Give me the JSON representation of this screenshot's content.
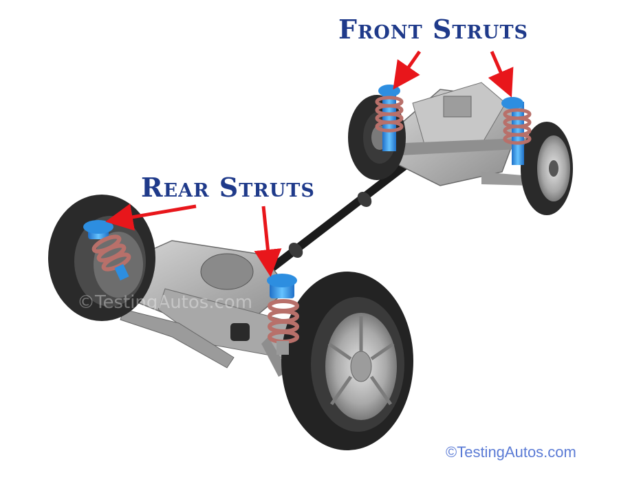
{
  "labels": {
    "front": "Front Struts",
    "rear": "Rear Struts"
  },
  "watermark": {
    "faint": "©TestingAutos.com",
    "corner": "©TestingAutos.com"
  },
  "colors": {
    "label_text": "#1f3a8a",
    "arrow": "#e8161b",
    "watermark_corner": "#5b7bd5",
    "watermark_faint": "#ffffff",
    "strut_blue": "#3aa0e8",
    "spring_copper": "#b8706a",
    "tire": "#2a2a2a",
    "metal": "#b8b8b8"
  }
}
